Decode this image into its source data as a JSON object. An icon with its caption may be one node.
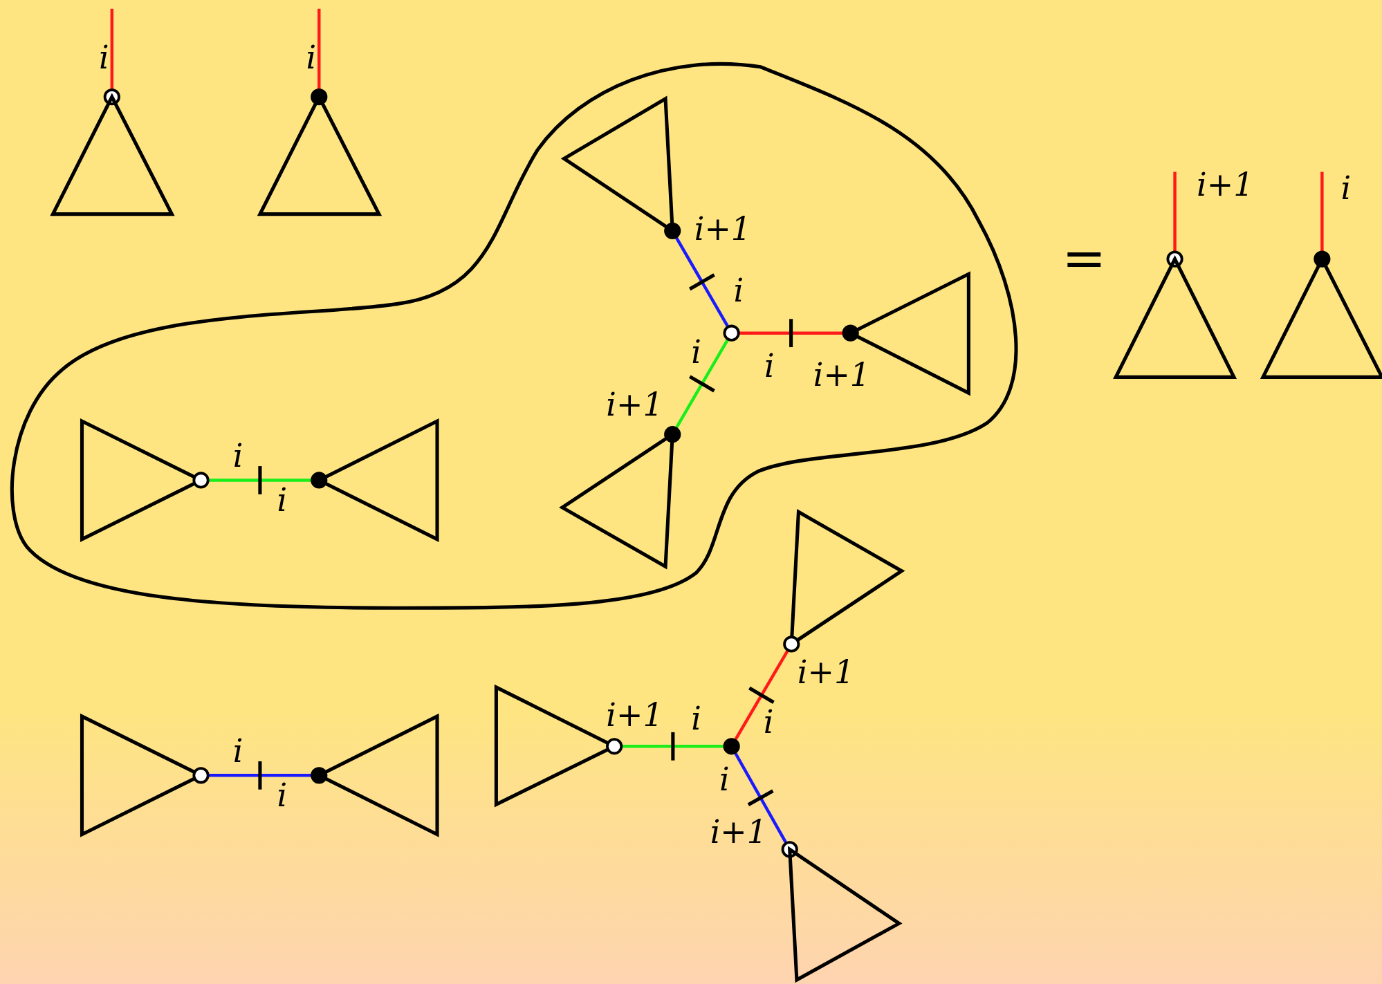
{
  "diagram": {
    "nodes": [
      {
        "text": [],
        "shape": "circle"
      },
      {
        "text": [],
        "shape": "triangle"
      },
      {
        "text": [],
        "shape": "circle"
      },
      {
        "text": [],
        "shape": "triangle"
      },
      {
        "text": [],
        "shape": "cloud"
      },
      {
        "text": [],
        "shape": "triangle",
        "in": 4
      },
      {
        "text": [],
        "shape": "circle",
        "in": 4
      },
      {
        "text": [],
        "shape": "circle"
      },
      {
        "text": [],
        "shape": "triangle"
      },
      {
        "text": [],
        "shape": "circle"
      },
      {
        "text": [],
        "shape": "triangle"
      },
      {
        "text": [],
        "shape": "triangle",
        "in": 4
      },
      {
        "text": [],
        "shape": "circle",
        "in": 4
      },
      {
        "text": [],
        "shape": "circle",
        "in": 4
      },
      {
        "text": [],
        "shape": "circle",
        "in": 4
      },
      {
        "text": [],
        "shape": "triangle",
        "in": 4
      },
      {
        "text": [],
        "shape": "triangle",
        "in": 4
      },
      {
        "text": [],
        "shape": "circle",
        "in": 4
      },
      {
        "text": [],
        "shape": "circle",
        "in": 4
      },
      {
        "text": [],
        "shape": "triangle",
        "in": 4
      },
      {
        "text": [],
        "shape": "triangle"
      },
      {
        "text": [],
        "shape": "circle"
      },
      {
        "text": [],
        "shape": "triangle"
      },
      {
        "text": [],
        "shape": "circle"
      },
      {
        "text": [],
        "shape": "circle"
      },
      {
        "text": [],
        "shape": "triangle"
      },
      {
        "text": [],
        "shape": "circle"
      },
      {
        "text": [],
        "shape": "circle"
      },
      {
        "text": [],
        "shape": "triangle"
      },
      {
        "text": [],
        "shape": "circle"
      },
      {
        "text": [],
        "shape": "triangle"
      }
    ],
    "edges": [
      {
        "from": null,
        "to": 0,
        "arrow": "none",
        "color": "#ff1a1a"
      },
      {
        "from": null,
        "to": 2,
        "arrow": "none",
        "color": "#ff1a1a"
      },
      {
        "from": null,
        "to": 7,
        "arrow": "none",
        "color": "#ff1a1a"
      },
      {
        "from": null,
        "to": 9,
        "arrow": "none",
        "color": "#ff1a1a"
      },
      {
        "from": 12,
        "to": 6,
        "arrow": "none",
        "color": "#1a1aff"
      },
      {
        "from": 12,
        "to": 13,
        "arrow": "none",
        "color": "#ff1a1a"
      },
      {
        "from": 12,
        "to": 14,
        "arrow": "none",
        "color": "#1aee1a"
      },
      {
        "from": 17,
        "to": 18,
        "arrow": "none",
        "color": "#1aee1a"
      },
      {
        "from": 23,
        "to": 24,
        "arrow": "none",
        "color": "#1aee1a"
      },
      {
        "from": 24,
        "to": 21,
        "arrow": "none",
        "color": "#ff1a1a"
      },
      {
        "from": 24,
        "to": 29,
        "arrow": "none",
        "color": "#1a1aff"
      },
      {
        "from": 26,
        "to": 27,
        "arrow": "none",
        "color": "#1a1aff"
      }
    ],
    "labels": [
      "i",
      "i",
      "i+1",
      "i",
      "i+1",
      "=",
      "i",
      "i",
      "i",
      "i+1",
      "i+1",
      "i",
      "i",
      "i+1",
      "i+1",
      "i",
      "i",
      "i",
      "i",
      "i",
      "i+1"
    ]
  }
}
